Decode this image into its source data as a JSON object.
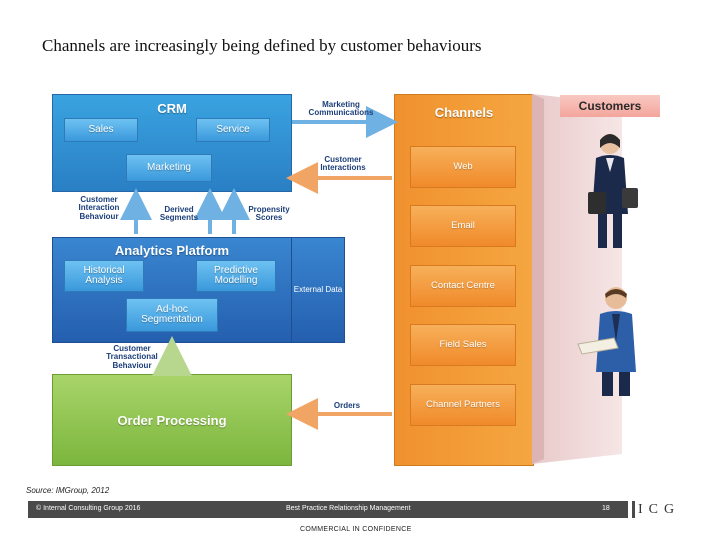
{
  "title": "Channels are increasingly being defined by customer behaviours",
  "crm": {
    "title": "CRM",
    "sales": "Sales",
    "service": "Service",
    "marketing": "Marketing"
  },
  "analytics": {
    "title": "Analytics Platform",
    "historical": "Historical Analysis",
    "predictive": "Predictive Modelling",
    "adhoc": "Ad-hoc Segmentation"
  },
  "external": "External Data",
  "order": {
    "title": "Order Processing"
  },
  "channels": {
    "title": "Channels",
    "items": [
      "Web",
      "Email",
      "Contact Centre",
      "Field Sales",
      "Channel Partners"
    ]
  },
  "customers": "Customers",
  "connectors": {
    "marketing_comms": "Marketing Communications",
    "customer_interactions": "Customer Interactions",
    "customer_interaction_behaviour": "Customer Interaction Behaviour",
    "derived_segments": "Derived Segments",
    "propensity_scores": "Propensity Scores",
    "customer_transactional_behaviour": "Customer Transactional Behaviour",
    "orders": "Orders"
  },
  "source": "Source: IMGroup, 2012",
  "footer": {
    "copyright": "© Internal Consulting Group 2016",
    "center": "Best Practice Relationship Management",
    "page": "18",
    "logo": "ICG",
    "confidential": "COMMERCIAL IN CONFIDENCE"
  },
  "colors": {
    "crm_blue": "#2a7fc4",
    "analytics_blue": "#245fae",
    "order_green": "#7cb63e",
    "channels_orange": "#f0912e",
    "customers_pink": "#f3a59c",
    "footer_gray": "#4a4a4a"
  }
}
